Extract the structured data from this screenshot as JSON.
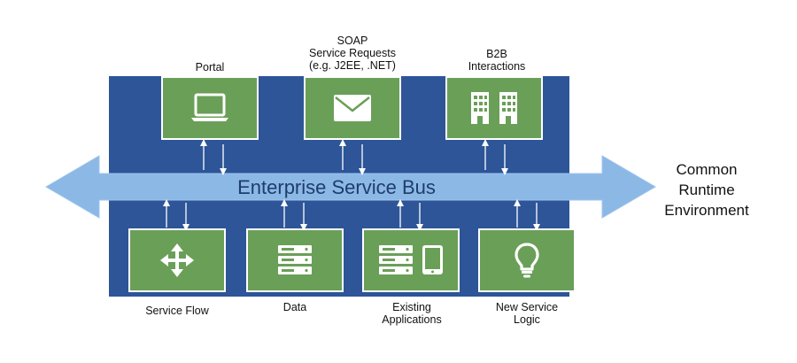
{
  "bus": {
    "label": "Enterprise Service Bus"
  },
  "side_label": {
    "line1": "Common",
    "line2": "Runtime",
    "line3": "Environment"
  },
  "top_nodes": [
    {
      "lines": [
        "Portal"
      ],
      "icon": "laptop-icon"
    },
    {
      "lines": [
        "SOAP",
        "Service Requests",
        "(e.g. J2EE, .NET)"
      ],
      "icon": "envelope-icon"
    },
    {
      "lines": [
        "B2B",
        "Interactions"
      ],
      "icon": "buildings-icon"
    }
  ],
  "bottom_nodes": [
    {
      "lines": [
        "Service Flow"
      ],
      "icon": "move-arrows-icon"
    },
    {
      "lines": [
        "Data"
      ],
      "icon": "server-icon"
    },
    {
      "lines": [
        "Existing",
        "Applications"
      ],
      "icon": "server-tablet-icon"
    },
    {
      "lines": [
        "New Service",
        "Logic"
      ],
      "icon": "lightbulb-icon"
    }
  ],
  "colors": {
    "panel": "#2d5598",
    "box": "#6a9f58",
    "bus_arrow": "#8cb8e6",
    "connector": "#ffffff"
  }
}
